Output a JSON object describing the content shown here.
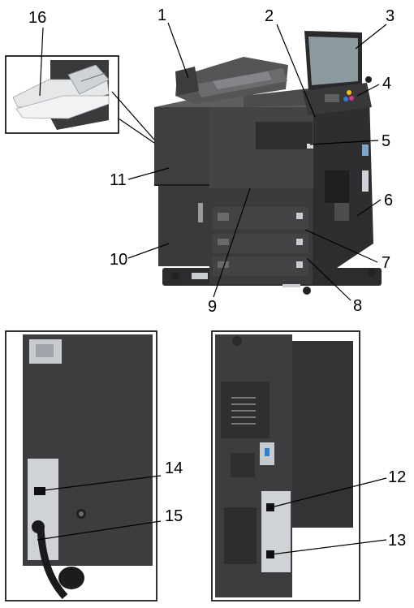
{
  "callouts": {
    "c1": "1",
    "c2": "2",
    "c3": "3",
    "c4": "4",
    "c5": "5",
    "c6": "6",
    "c7": "7",
    "c8": "8",
    "c9": "9",
    "c10": "10",
    "c11": "11",
    "c12": "12",
    "c13": "13",
    "c14": "14",
    "c15": "15",
    "c16": "16"
  },
  "colors": {
    "body_dark": "#3d3d3f",
    "body_mid": "#4a4a4c",
    "body_light": "#6b6b6e",
    "metal": "#d9dadc",
    "screen": "#8c9aa0",
    "accent_blue": "#2f7fd0",
    "accent_yellow": "#f2c21b",
    "accent_magenta": "#d8338f"
  }
}
